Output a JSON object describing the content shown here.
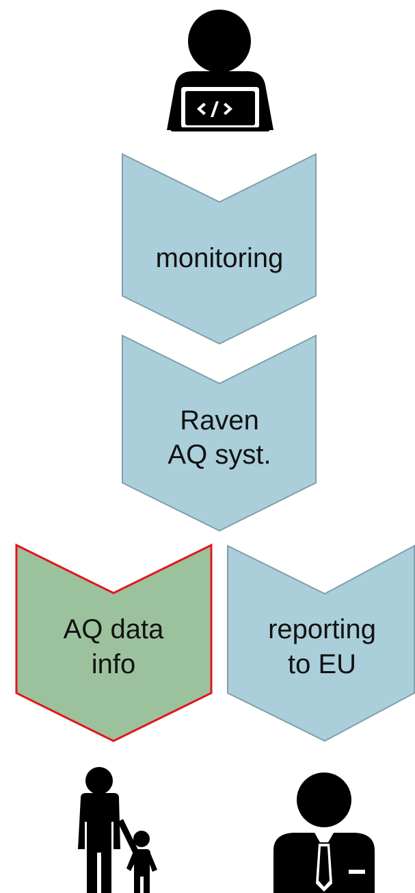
{
  "steps": {
    "monitoring": {
      "label": "monitoring"
    },
    "raven": {
      "line1": "Raven",
      "line2": "AQ syst."
    },
    "aq_data": {
      "line1": "AQ data",
      "line2": "info"
    },
    "reporting": {
      "line1": "reporting",
      "line2": "to EU"
    }
  },
  "colors": {
    "chevron_blue": "#abcedb",
    "chevron_blue_border": "#7f9fab",
    "chevron_green": "#9bc29c",
    "highlight_border": "#e3161b"
  },
  "icons": {
    "top": "developer-laptop-icon",
    "bottom_left": "parent-child-icon",
    "bottom_right": "businessman-icon"
  }
}
